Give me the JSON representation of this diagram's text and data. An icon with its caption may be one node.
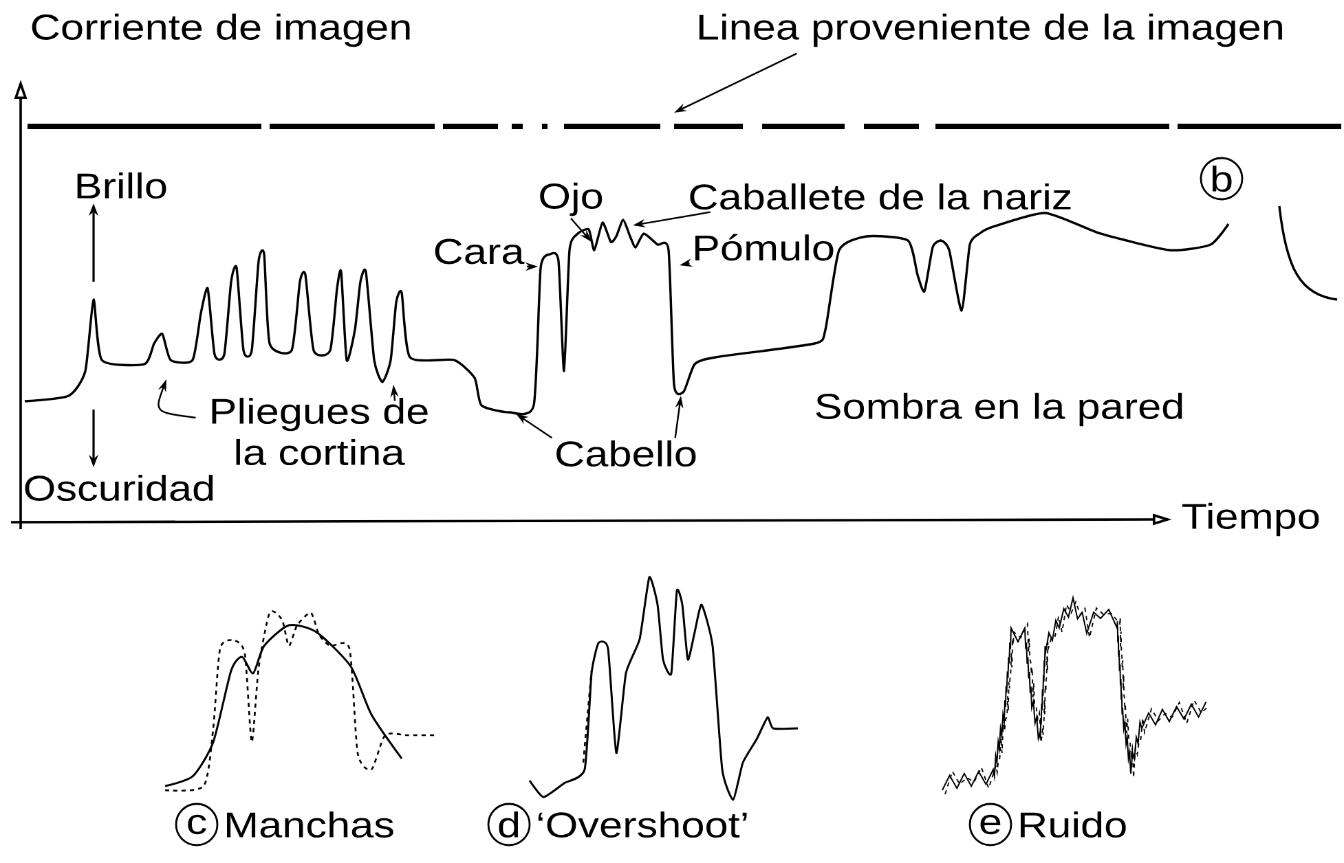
{
  "diagram": {
    "nodes": [
      {
        "text": [
          "Linea proveniente de la imagen"
        ]
      },
      {
        "text": [
          "Ojo"
        ]
      },
      {
        "text": [
          "Caballete de la nariz"
        ]
      },
      {
        "text": [
          "Cara"
        ]
      },
      {
        "text": [
          "Pómulo"
        ]
      },
      {
        "text": [
          "Pliegues de la cortina"
        ]
      },
      {
        "text": [
          "Cabello"
        ]
      },
      {
        "text": [
          "b"
        ]
      },
      {
        "text": [
          "c"
        ],
        "beside": [
          "Manchas"
        ]
      },
      {
        "text": [
          "d"
        ],
        "beside": [
          "‘Overshoot’"
        ]
      },
      {
        "text": [
          "e"
        ],
        "beside": [
          "Ruido"
        ]
      }
    ],
    "edges": [
      {
        "from": 0,
        "to": null,
        "arrow": "to"
      },
      {
        "from": 1,
        "to": null,
        "arrow": "to"
      },
      {
        "from": 2,
        "to": null,
        "arrow": "to"
      },
      {
        "from": 3,
        "to": null,
        "arrow": "to"
      },
      {
        "from": 4,
        "to": null,
        "arrow": "to"
      },
      {
        "from": 5,
        "to": null,
        "arrow": "to"
      },
      {
        "from": 5,
        "to": null,
        "arrow": "to"
      },
      {
        "from": 6,
        "to": null,
        "arrow": "to"
      },
      {
        "from": 6,
        "to": null,
        "arrow": "to"
      }
    ],
    "labels": [
      "Corriente de imagen",
      "Brillo",
      "Oscuridad",
      "Sombra en la pared",
      "Tiempo"
    ]
  }
}
